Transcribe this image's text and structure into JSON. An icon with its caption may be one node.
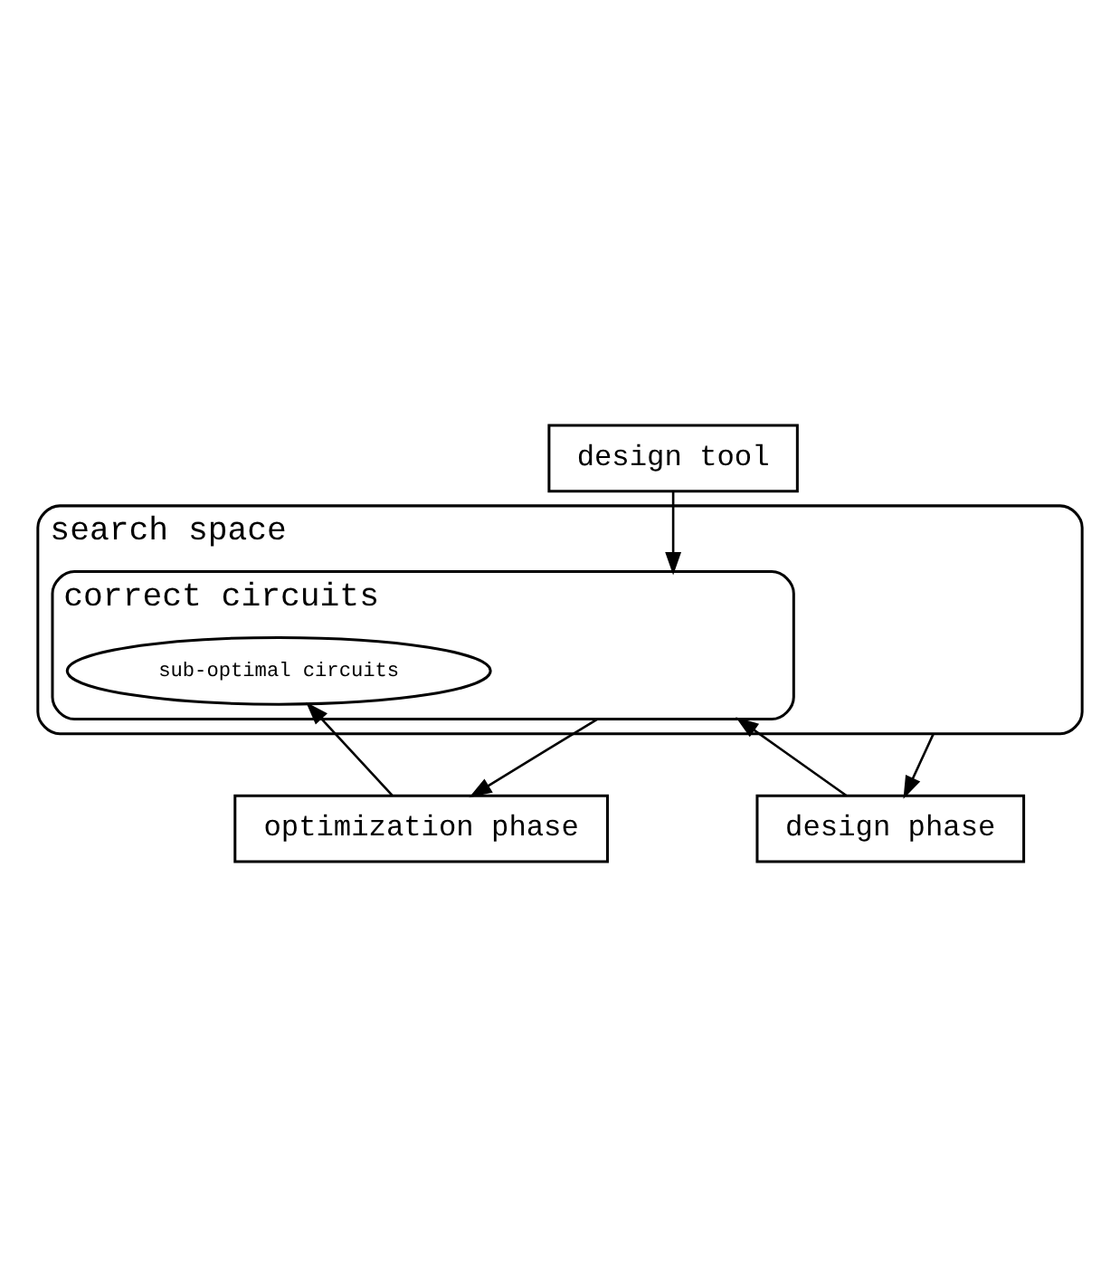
{
  "diagram": {
    "nodes": [
      {
        "text": [
          "search space"
        ]
      },
      {
        "text": [
          "correct circuits"
        ],
        "in": 0
      },
      {
        "text": [
          "sub-optimal circuits"
        ],
        "in": 1
      },
      {
        "text": [
          "design tool"
        ]
      },
      {
        "text": [
          "design phase"
        ]
      },
      {
        "text": [
          "optimization phase"
        ]
      }
    ],
    "edges": [
      {
        "from": 3,
        "to": 1,
        "arrow": "to"
      },
      {
        "from": 0,
        "to": 4,
        "arrow": "to"
      },
      {
        "from": 4,
        "to": 1,
        "arrow": "to"
      },
      {
        "from": 1,
        "to": 5,
        "arrow": "to"
      },
      {
        "from": 5,
        "to": 2,
        "arrow": "to"
      }
    ]
  }
}
